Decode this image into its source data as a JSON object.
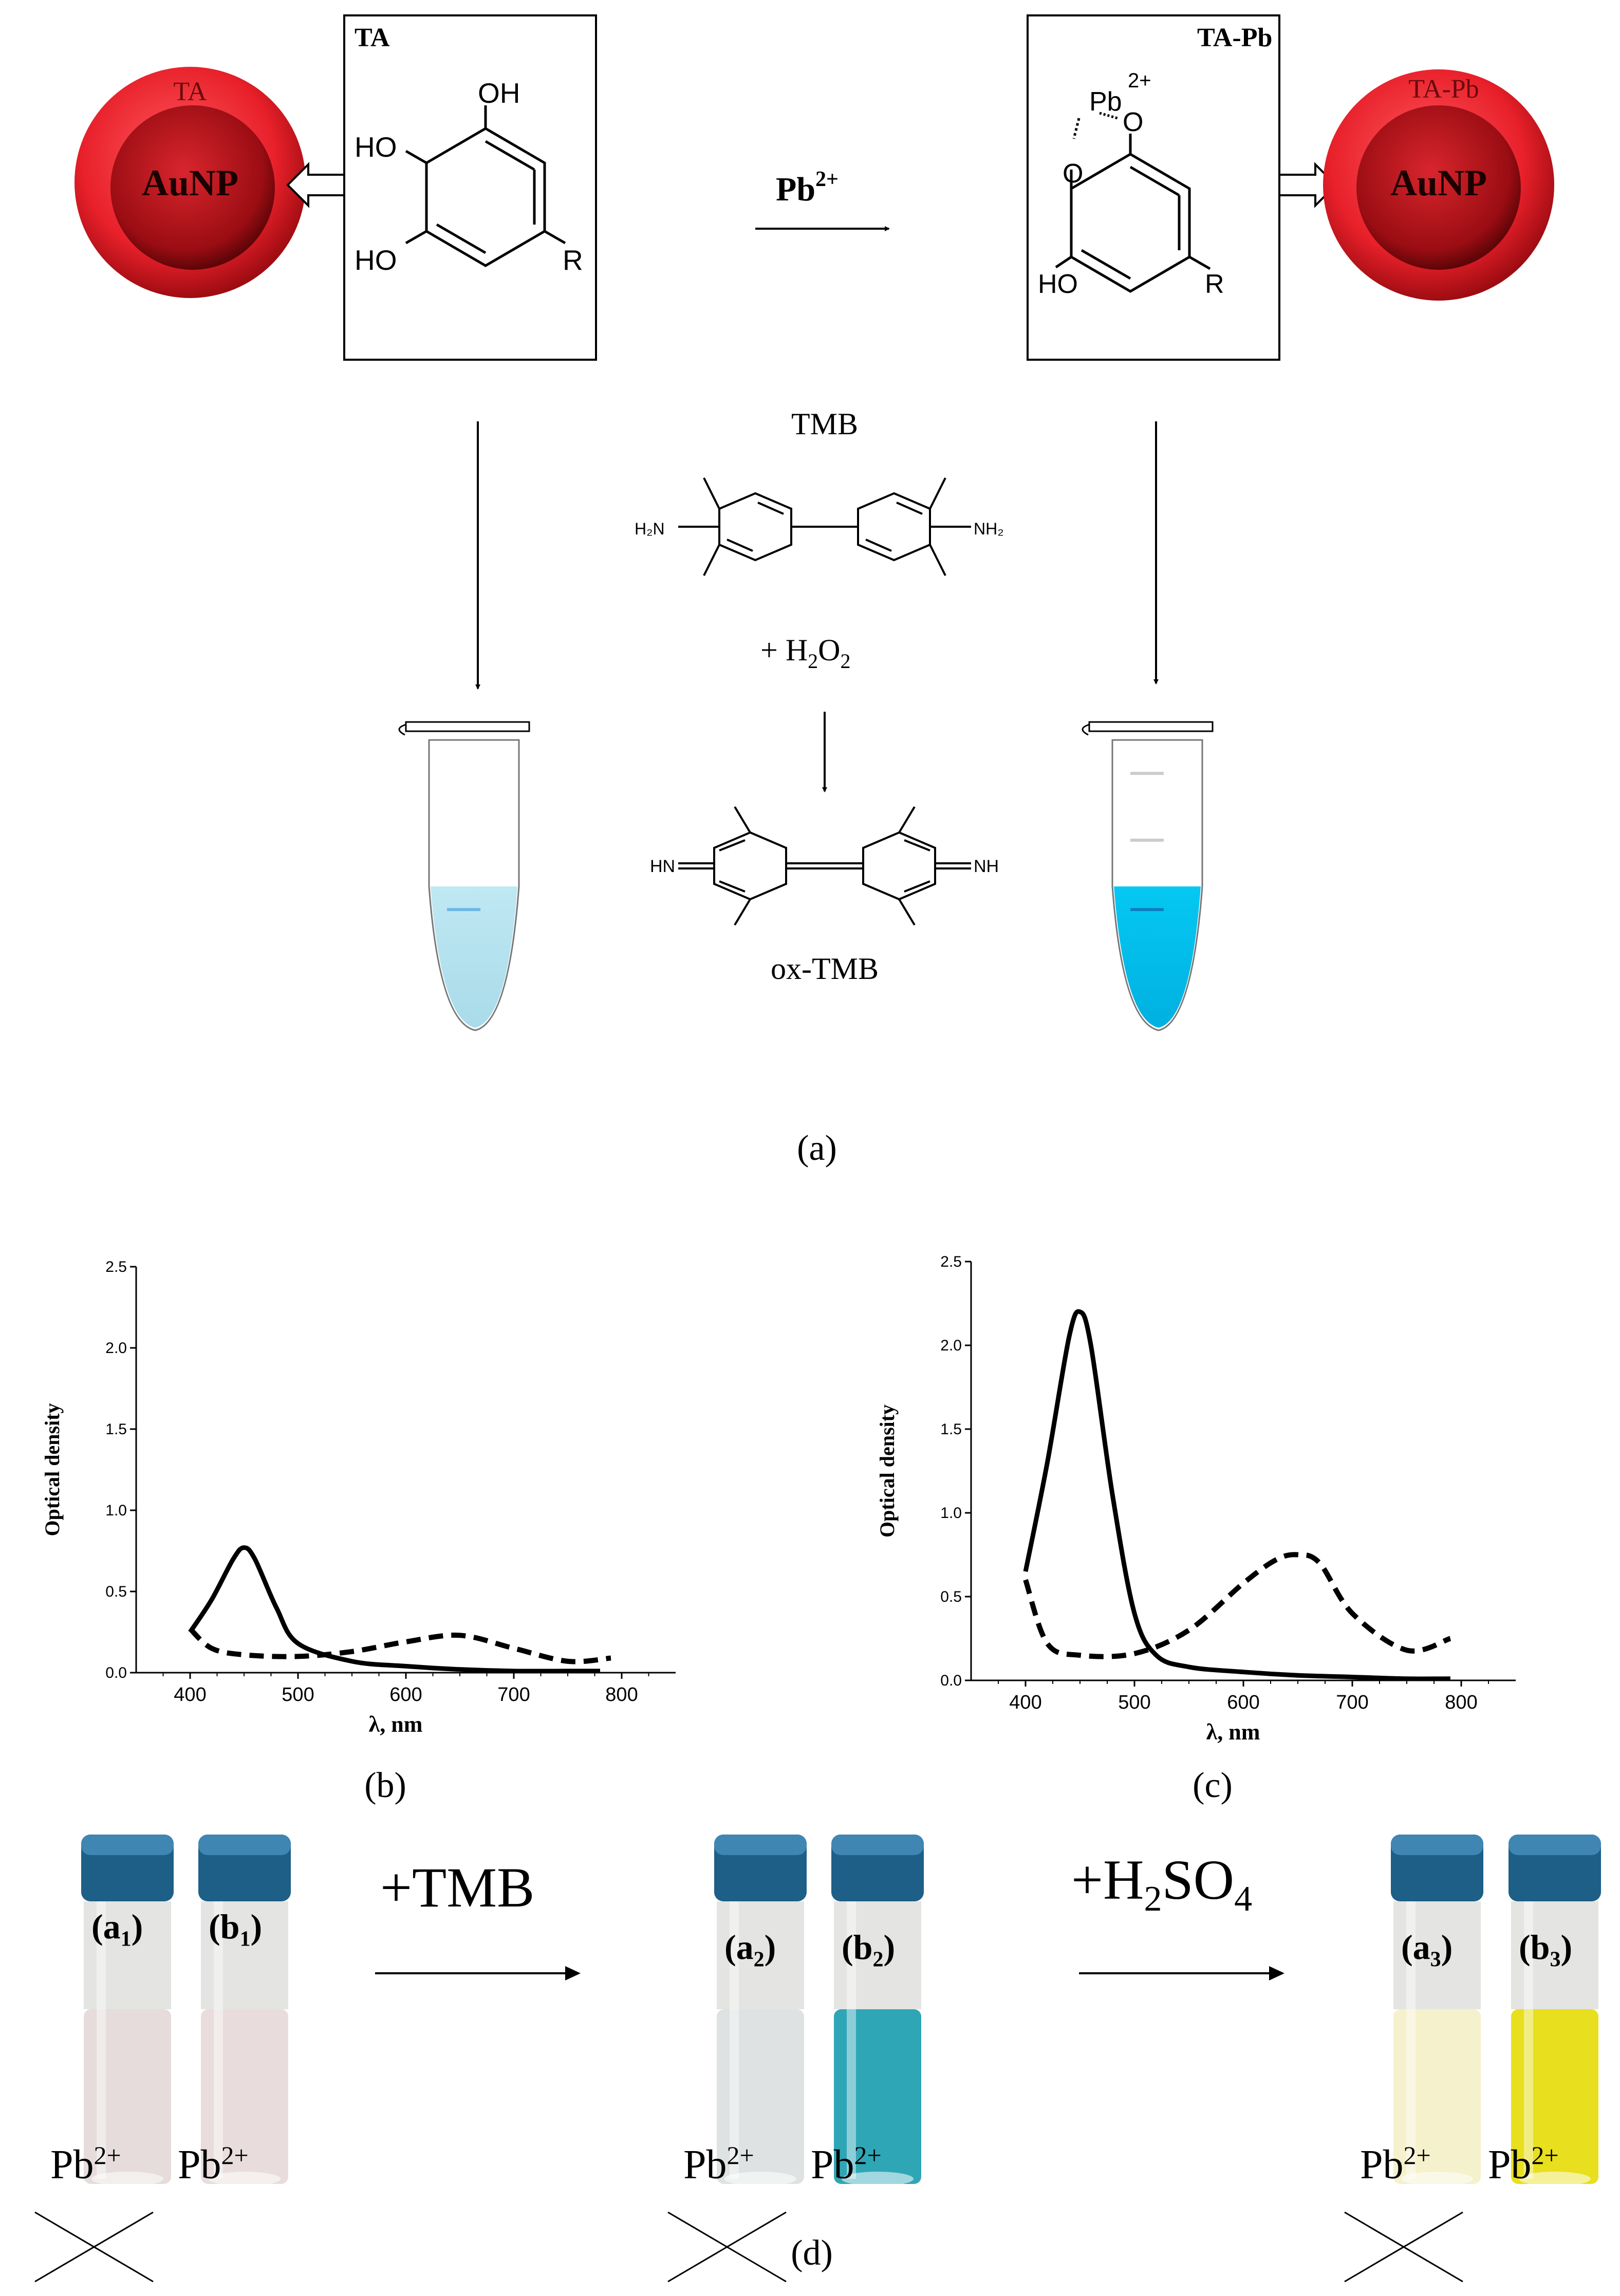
{
  "panel_a": {
    "caption": "(a)",
    "left_box_title": "TA",
    "right_box_title": "TA-Pb",
    "left_particle_shell": "TA",
    "right_particle_shell": "TA-Pb",
    "particle_core": "AuNP",
    "reaction_arrow_label": "Pb",
    "reaction_arrow_charge": "2+",
    "ta_groups": {
      "oh_top": "OH",
      "ho_mid": "HO",
      "ho_bottom": "HO",
      "r": "R"
    },
    "tapb_groups": {
      "pb": "Pb",
      "pb_charge": "2+",
      "o_top": "O",
      "o_left": "O",
      "ho_bottom": "HO",
      "r": "R"
    },
    "tmb_label": "TMB",
    "tmb_h2n": "H₂N",
    "tmb_nh2": "NH₂",
    "h2o2_label": "+ H",
    "h2o2_sub1": "2",
    "h2o2_o": "O",
    "h2o2_sub2": "2",
    "oxtmb_label": "ox-TMB",
    "oxtmb_hn": "HN",
    "oxtmb_nh": "NH"
  },
  "panel_b": {
    "caption": "(b)",
    "chart_data": {
      "type": "line",
      "xlabel": "λ, nm",
      "ylabel": "Optical density",
      "xlim": [
        350,
        850
      ],
      "ylim": [
        0,
        2.5
      ],
      "xticks": [
        "400",
        "500",
        "600",
        "700",
        "800"
      ],
      "yticks": [
        "0.0",
        "0.5",
        "1.0",
        "1.5",
        "2.0",
        "2.5"
      ],
      "series": [
        {
          "style": "solid",
          "x": [
            400,
            420,
            440,
            450,
            460,
            480,
            500,
            550,
            600,
            650,
            700,
            750,
            780
          ],
          "y": [
            0.25,
            0.45,
            0.7,
            0.77,
            0.7,
            0.4,
            0.18,
            0.07,
            0.04,
            0.02,
            0.01,
            0.01,
            0.01
          ]
        },
        {
          "style": "dashed",
          "x": [
            400,
            420,
            450,
            500,
            550,
            600,
            650,
            700,
            750,
            790
          ],
          "y": [
            0.27,
            0.15,
            0.11,
            0.1,
            0.13,
            0.19,
            0.23,
            0.15,
            0.07,
            0.09
          ]
        }
      ]
    }
  },
  "panel_c": {
    "caption": "(c)",
    "chart_data": {
      "type": "line",
      "xlabel": "λ, nm",
      "ylabel": "Optical density",
      "xlim": [
        350,
        850
      ],
      "ylim": [
        0,
        2.5
      ],
      "xticks": [
        "400",
        "500",
        "600",
        "700",
        "800"
      ],
      "yticks": [
        "0.0",
        "0.5",
        "1.0",
        "1.5",
        "2.0",
        "2.5"
      ],
      "series": [
        {
          "style": "solid",
          "x": [
            400,
            420,
            440,
            450,
            460,
            480,
            500,
            520,
            550,
            600,
            650,
            700,
            750,
            790
          ],
          "y": [
            0.65,
            1.3,
            2.05,
            2.2,
            2.0,
            1.1,
            0.4,
            0.15,
            0.08,
            0.05,
            0.03,
            0.02,
            0.01,
            0.01
          ]
        },
        {
          "style": "dashed",
          "x": [
            400,
            420,
            450,
            500,
            550,
            600,
            630,
            650,
            670,
            700,
            750,
            790
          ],
          "y": [
            0.6,
            0.22,
            0.15,
            0.16,
            0.3,
            0.58,
            0.72,
            0.75,
            0.7,
            0.4,
            0.18,
            0.25
          ]
        }
      ]
    }
  },
  "panel_d": {
    "caption": "(d)",
    "step1": "+TMB",
    "step2_prefix": "+H",
    "step2_sub1": "2",
    "step2_mid": "SO",
    "step2_sub2": "4",
    "pb_text": "Pb",
    "pb_charge": "2+",
    "vials": [
      {
        "label": "a",
        "index": "1",
        "color": "#e6dcdc",
        "crossed": true
      },
      {
        "label": "b",
        "index": "1",
        "color": "#e8dcdc",
        "crossed": false
      },
      {
        "label": "a",
        "index": "2",
        "color": "#dfe2e2",
        "crossed": true
      },
      {
        "label": "b",
        "index": "2",
        "color": "#2fa6b6",
        "crossed": false
      },
      {
        "label": "a",
        "index": "3",
        "color": "#f4f1cc",
        "crossed": true
      },
      {
        "label": "b",
        "index": "3",
        "color": "#e8df1e",
        "crossed": false
      }
    ]
  },
  "colors": {
    "particle_outer": "#e8202a",
    "particle_core": "#b30f16",
    "tube_pale": "#b7e4f0",
    "tube_strong": "#00c4f0",
    "cap_blue": "#1d5f86"
  }
}
